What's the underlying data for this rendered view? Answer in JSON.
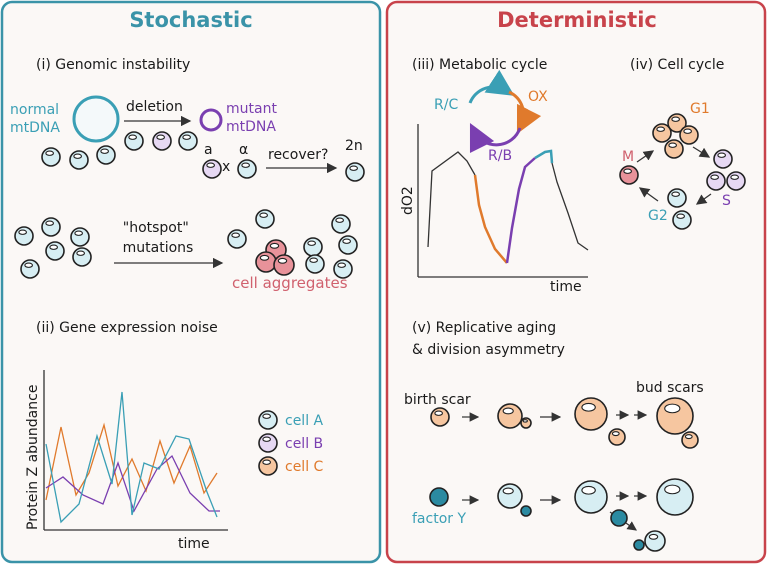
{
  "panels": {
    "stochastic": {
      "title": "Stochastic",
      "genomic": {
        "heading": "(i) Genomic instability",
        "normal_label": [
          "normal",
          "mtDNA"
        ],
        "deletion": "deletion",
        "mutant_label": [
          "mutant",
          "mtDNA"
        ],
        "a": "a",
        "x": "x",
        "alpha": "α",
        "recover": "recover?",
        "two_n": "2n",
        "hotspot": [
          "\"hotspot\"",
          "mutations"
        ],
        "aggregates": "cell aggregates"
      },
      "noise": {
        "heading": "(ii) Gene expression noise",
        "ylabel": "Protein Z abundance",
        "xlabel": "time",
        "legend": [
          "cell A",
          "cell B",
          "cell C"
        ]
      }
    },
    "deterministic": {
      "title": "Deterministic",
      "metabolic": {
        "heading": "(iii) Metabolic cycle",
        "rc": "R/C",
        "ox": "OX",
        "rb": "R/B",
        "ylabel": "dO2",
        "xlabel": "time"
      },
      "cellcycle": {
        "heading": "(iv) Cell cycle",
        "g1": "G1",
        "m": "M",
        "s": "S",
        "g2": "G2"
      },
      "aging": {
        "heading": [
          "(v) Replicative aging",
          "& division asymmetry"
        ],
        "birth_scar": "birth scar",
        "bud_scars": "bud scars",
        "factor_y": "factor Y"
      }
    }
  },
  "colors": {
    "stochastic_accent": "#3a93a8",
    "deterministic_accent": "#c8434b",
    "cyan": "#3a9fb5",
    "purple": "#7a3fb0",
    "orange": "#e07a2c",
    "pink": "#d0616e",
    "cell_blue_fill": "#d7eef3",
    "cell_purple_fill": "#e6d8f3",
    "cell_orange_fill": "#f6c6a0",
    "cell_pink_fill": "#e8929a",
    "factor_fill": "#2b8aa1"
  }
}
